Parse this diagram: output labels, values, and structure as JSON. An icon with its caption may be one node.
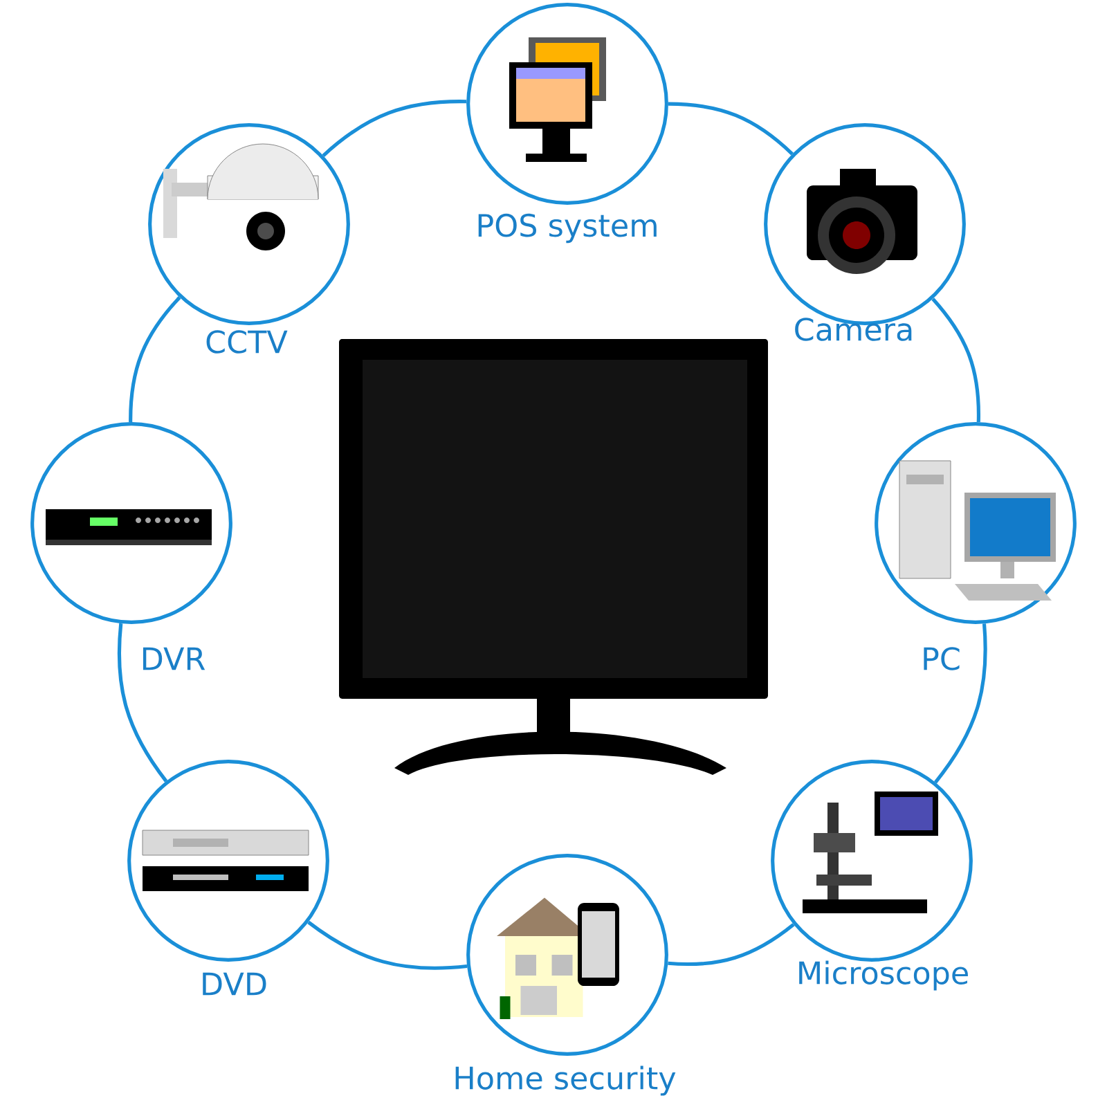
{
  "diagram": {
    "nodes": [
      {
        "text": [
          "POS system"
        ]
      },
      {
        "text": [
          "Camera"
        ]
      },
      {
        "text": [
          "PC"
        ]
      },
      {
        "text": [
          "Microscope"
        ]
      },
      {
        "text": [
          "Home security"
        ]
      },
      {
        "text": [
          "DVD"
        ]
      },
      {
        "text": [
          "DVR"
        ]
      },
      {
        "text": [
          "CCTV"
        ]
      }
    ],
    "edges": [
      {
        "from": 0,
        "to": 1,
        "arrow": "none"
      },
      {
        "from": 1,
        "to": 2,
        "arrow": "none"
      },
      {
        "from": 2,
        "to": 3,
        "arrow": "none"
      },
      {
        "from": 3,
        "to": 4,
        "arrow": "none"
      },
      {
        "from": 4,
        "to": 5,
        "arrow": "none"
      },
      {
        "from": 5,
        "to": 6,
        "arrow": "none"
      },
      {
        "from": 6,
        "to": 7,
        "arrow": "none"
      },
      {
        "from": 7,
        "to": 0,
        "arrow": "none"
      }
    ]
  }
}
